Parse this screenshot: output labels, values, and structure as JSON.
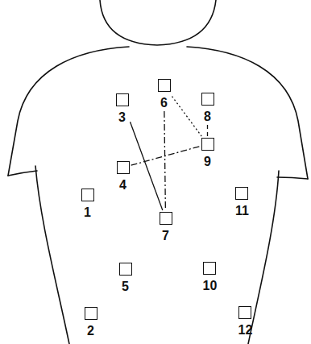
{
  "diagram": {
    "nodes": [
      {
        "text": [
          "1"
        ]
      },
      {
        "text": [
          "2"
        ]
      },
      {
        "text": [
          "3"
        ]
      },
      {
        "text": [
          "4"
        ]
      },
      {
        "text": [
          "5"
        ]
      },
      {
        "text": [
          "6"
        ]
      },
      {
        "text": [
          "7"
        ]
      },
      {
        "text": [
          "8"
        ]
      },
      {
        "text": [
          "9"
        ]
      },
      {
        "text": [
          "10"
        ]
      },
      {
        "text": [
          "11"
        ]
      },
      {
        "text": [
          "12"
        ]
      }
    ],
    "edges": [
      {
        "from": 2,
        "to": 6,
        "arrow": "none"
      },
      {
        "from": 5,
        "to": 6,
        "arrow": "none"
      },
      {
        "from": 5,
        "to": 8,
        "arrow": "none"
      },
      {
        "from": 3,
        "to": 8,
        "arrow": "none"
      },
      {
        "from": 7,
        "to": 8,
        "arrow": "none"
      }
    ]
  }
}
